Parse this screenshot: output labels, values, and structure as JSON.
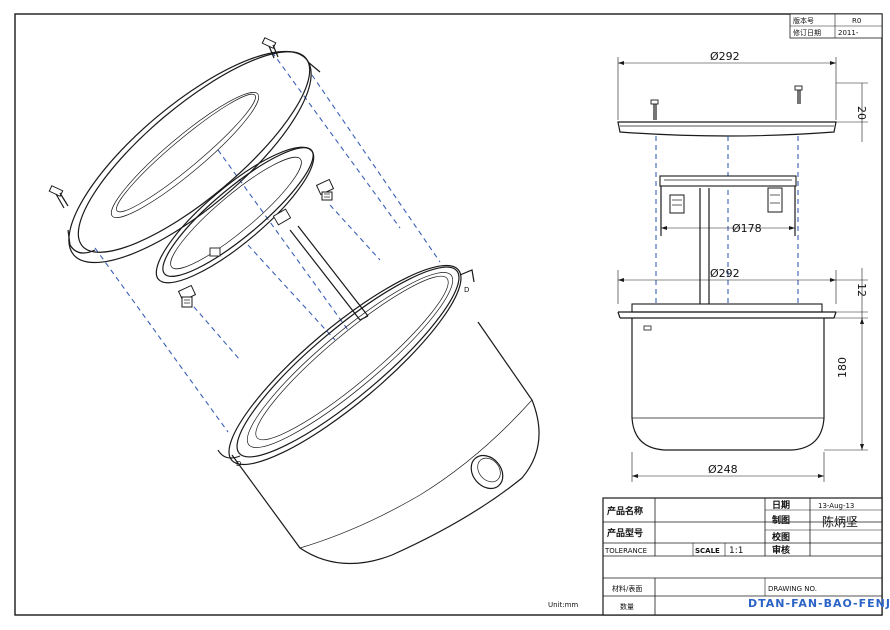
{
  "revision_table": {
    "rows": [
      {
        "label": "版本号",
        "value": "R0"
      },
      {
        "label": "修订日期",
        "value": "2011-"
      }
    ]
  },
  "dimensions": {
    "top_diameter": "Ø292",
    "top_height": "20",
    "inner_diameter": "Ø178",
    "rim_diameter": "Ø292",
    "rim_height": "12",
    "body_height": "180",
    "body_diameter": "Ø248"
  },
  "title_block": {
    "product_name_label": "产品名称",
    "product_model_label": "产品型号",
    "tolerance_label": "TOLERANCE",
    "scale_label": "SCALE",
    "scale_value": "1:1",
    "date_label": "日期",
    "date_value": "13-Aug-13",
    "drawn_label": "制图",
    "drawn_value": "陈炳坚",
    "check_label": "校图",
    "review_label": "审核",
    "material_label": "材料/表面",
    "qty_label": "数量",
    "drawing_no_label": "DRAWING NO.",
    "drawing_no_value": "DTAN-FAN-BAO-FENJIE",
    "unit_label": "Unit:mm"
  },
  "colors": {
    "line": "#1a1a1a",
    "centerline": "#3a5fb5",
    "drawing_no_text": "#2b63c7"
  }
}
